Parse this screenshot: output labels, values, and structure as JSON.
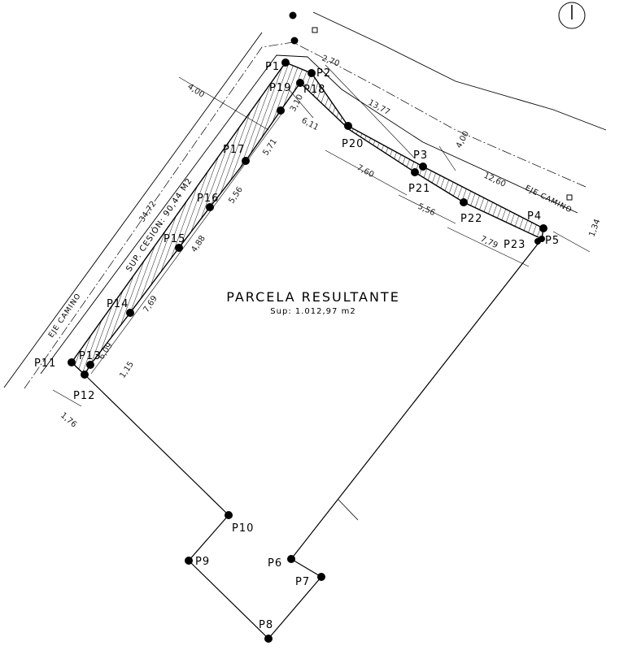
{
  "title": "PARCELA RESULTANTE",
  "subtitle": "Sup: 1.012,97 m2",
  "cesion_label": "SUP. CESIÓN: 90,44 M2",
  "road_label": "EJE CAMINO",
  "points": [
    {
      "id": "P1",
      "label": "P1"
    },
    {
      "id": "P2",
      "label": "P2"
    },
    {
      "id": "P3",
      "label": "P3"
    },
    {
      "id": "P4",
      "label": "P4"
    },
    {
      "id": "P5",
      "label": "P5"
    },
    {
      "id": "P6",
      "label": "P6"
    },
    {
      "id": "P7",
      "label": "P7"
    },
    {
      "id": "P8",
      "label": "P8"
    },
    {
      "id": "P9",
      "label": "P9"
    },
    {
      "id": "P10",
      "label": "P10"
    },
    {
      "id": "P11",
      "label": "P11"
    },
    {
      "id": "P12",
      "label": "P12"
    },
    {
      "id": "P13",
      "label": "P13"
    },
    {
      "id": "P14",
      "label": "P14"
    },
    {
      "id": "P15",
      "label": "P15"
    },
    {
      "id": "P16",
      "label": "P16"
    },
    {
      "id": "P17",
      "label": "P17"
    },
    {
      "id": "P18",
      "label": "P18"
    },
    {
      "id": "P19",
      "label": "P19"
    },
    {
      "id": "P20",
      "label": "P20"
    },
    {
      "id": "P21",
      "label": "P21"
    },
    {
      "id": "P22",
      "label": "P22"
    },
    {
      "id": "P23",
      "label": "P23"
    }
  ],
  "dimensions": {
    "d_270": "2,70",
    "d_1377": "13,77",
    "d_400a": "4,00",
    "d_400b": "4,00",
    "d_1260": "12,60",
    "d_134": "1,34",
    "d_310": "3,10",
    "d_611": "6,11",
    "d_760": "7,60",
    "d_556a": "5,56",
    "d_779": "7,79",
    "d_571": "5,71",
    "d_556b": "5,56",
    "d_488": "4,88",
    "d_769": "7,69",
    "d_609": "6,09",
    "d_115": "1,15",
    "d_176": "1,76",
    "d_3472": "34,72"
  }
}
